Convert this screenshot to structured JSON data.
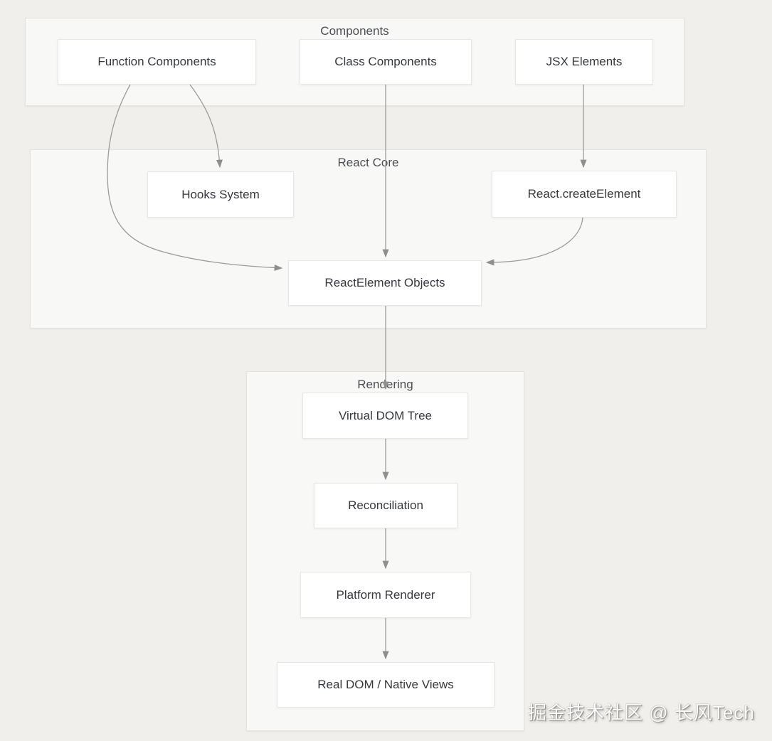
{
  "page": {
    "background": "#f0efec"
  },
  "colors": {
    "group_background": "#f8f8f6",
    "group_border": "#e4e3e0",
    "node_background": "#ffffff",
    "node_border": "#e8e7e4",
    "node_text": "#35393e",
    "group_title_text": "#4b4f54",
    "arrow": "#9b9b9b"
  },
  "diagram": {
    "groups": [
      {
        "title": "Components",
        "nodes": [
          {
            "label": "Function Components"
          },
          {
            "label": "Class Components"
          },
          {
            "label": "JSX Elements"
          }
        ]
      },
      {
        "title": "React Core",
        "nodes": [
          {
            "label": "Hooks System"
          },
          {
            "label": "React.createElement"
          },
          {
            "label": "ReactElement Objects"
          }
        ]
      },
      {
        "title": "Rendering",
        "nodes": [
          {
            "label": "Virtual DOM Tree"
          },
          {
            "label": "Reconciliation"
          },
          {
            "label": "Platform Renderer"
          },
          {
            "label": "Real DOM / Native Views"
          }
        ]
      }
    ],
    "edges": [
      {
        "from": "Function Components",
        "to": "Hooks System"
      },
      {
        "from": "Function Components",
        "to": "ReactElement Objects"
      },
      {
        "from": "Class Components",
        "to": "ReactElement Objects"
      },
      {
        "from": "JSX Elements",
        "to": "React.createElement"
      },
      {
        "from": "React.createElement",
        "to": "ReactElement Objects"
      },
      {
        "from": "ReactElement Objects",
        "to": "Virtual DOM Tree"
      },
      {
        "from": "Virtual DOM Tree",
        "to": "Reconciliation"
      },
      {
        "from": "Reconciliation",
        "to": "Platform Renderer"
      },
      {
        "from": "Platform Renderer",
        "to": "Real DOM / Native Views"
      }
    ]
  },
  "watermark": {
    "text": "掘金技术社区 @ 长风Tech"
  }
}
